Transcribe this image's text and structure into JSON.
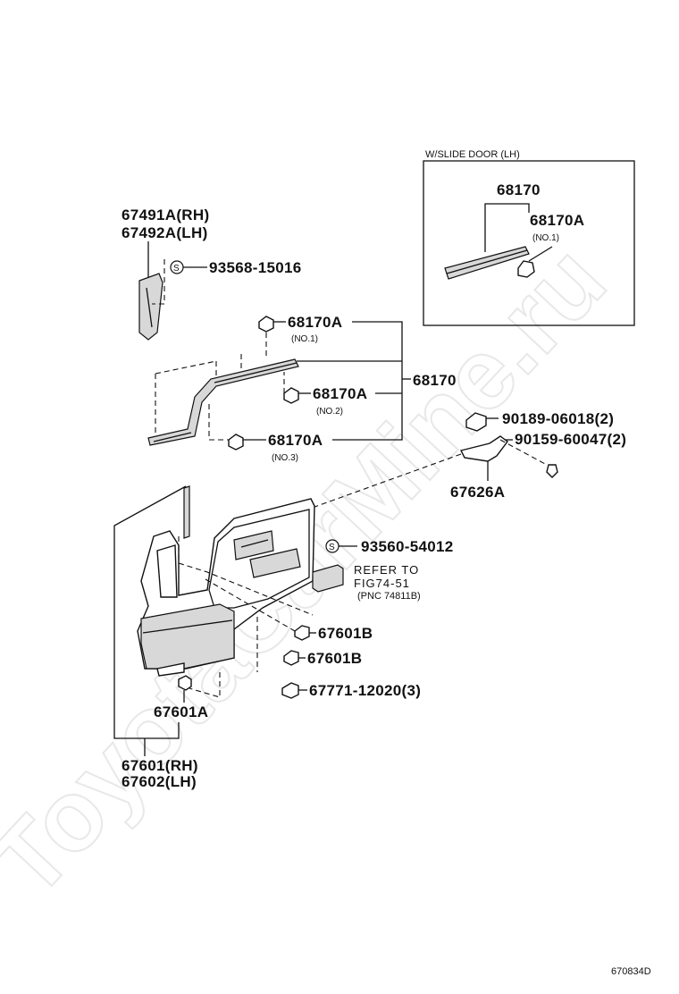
{
  "watermark": "ToyotaCarMine.ru",
  "figure_code": "670834D",
  "inset": {
    "title": "W/SLIDE DOOR (LH)",
    "part_main": "68170",
    "part_sub": "68170A",
    "part_sub_note": "(NO.1)"
  },
  "parts": {
    "p67491a": "67491A(RH)",
    "p67492a": "67492A(LH)",
    "screw_93568": "93568-15016",
    "p68170a_1": "68170A",
    "p68170a_1_note": "(NO.1)",
    "p68170a_2": "68170A",
    "p68170a_2_note": "(NO.2)",
    "p68170a_3": "68170A",
    "p68170a_3_note": "(NO.3)",
    "p68170": "68170",
    "p90189": "90189-06018(2)",
    "p90159": "90159-60047(2)",
    "p67626a": "67626A",
    "screw_93560": "93560-54012",
    "refer_line1": "REFER TO",
    "refer_line2": "FIG74-51",
    "refer_line3": "(PNC 74811B)",
    "p67601b_1": "67601B",
    "p67601b_2": "67601B",
    "p67771": "67771-12020(3)",
    "p67601a": "67601A",
    "p67601": "67601(RH)",
    "p67602": "67602(LH)",
    "s_symbol": "S"
  }
}
